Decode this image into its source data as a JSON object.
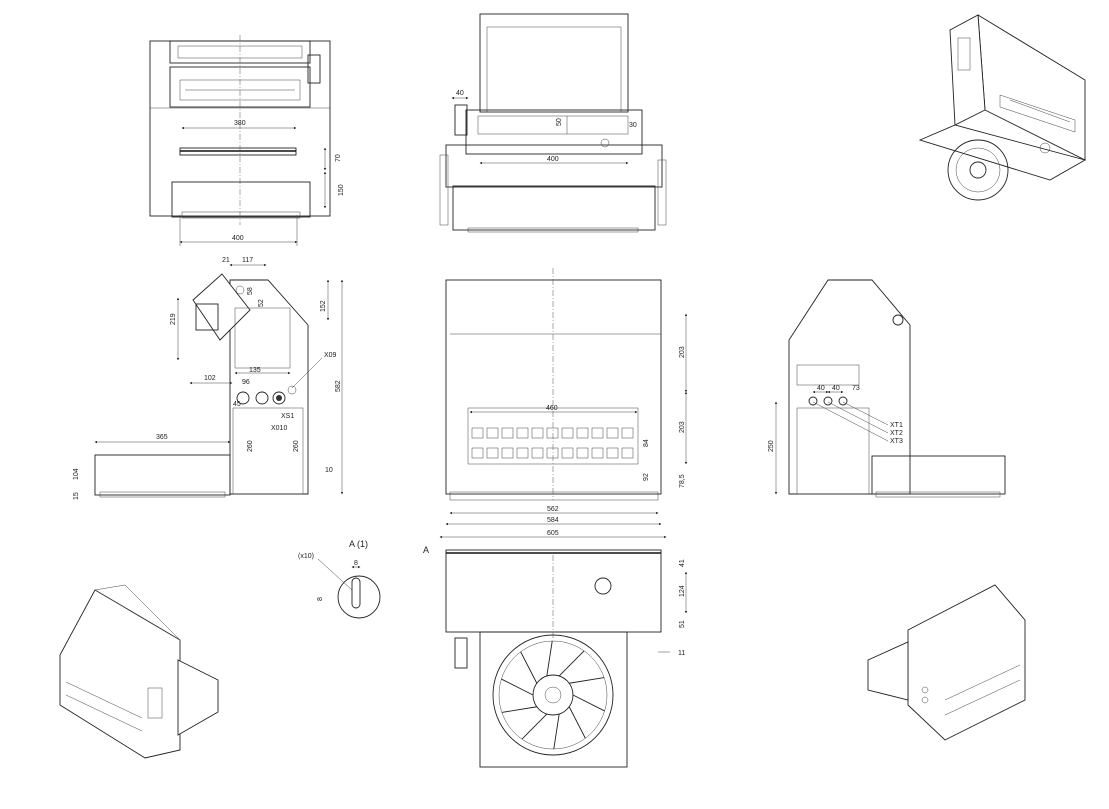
{
  "views": {
    "top_left": {
      "dims": {
        "w380": "380",
        "h70": "70",
        "h150": "150",
        "w400": "400"
      }
    },
    "top_center": {
      "dims": {
        "d40": "40",
        "d30": "30",
        "d50": "50",
        "w400": "400"
      }
    },
    "side_left": {
      "dims": {
        "d21": "21",
        "d117": "117",
        "d58": "58",
        "d52": "52",
        "d219": "219",
        "d152": "152",
        "d135": "135",
        "d102": "102",
        "d96": "96",
        "d45": "45",
        "d582": "582",
        "d365": "365",
        "d260a": "260",
        "d260b": "260",
        "d104": "104",
        "d15": "15",
        "d10": "10"
      },
      "labels": {
        "x09": "X09",
        "x01": "XS1",
        "x010": "X010"
      }
    },
    "front": {
      "dims": {
        "d203a": "203",
        "d203b": "203",
        "d460": "460",
        "d84": "84",
        "d92": "92",
        "d785": "78,5",
        "d562": "562",
        "d584": "584",
        "d605": "605"
      }
    },
    "side_right": {
      "dims": {
        "d40a": "40",
        "d40b": "40",
        "d73": "73",
        "d250": "250"
      },
      "labels": {
        "xt1": "XT1",
        "xt2": "XT2",
        "xt3": "XT3"
      }
    },
    "detail": {
      "title": "A (1)",
      "note": "(x10)",
      "d8a": "8",
      "d8b": "8"
    },
    "bottom": {
      "marker": "A",
      "dims": {
        "d41": "41",
        "d124": "124",
        "d51": "51",
        "d11": "11"
      }
    }
  }
}
